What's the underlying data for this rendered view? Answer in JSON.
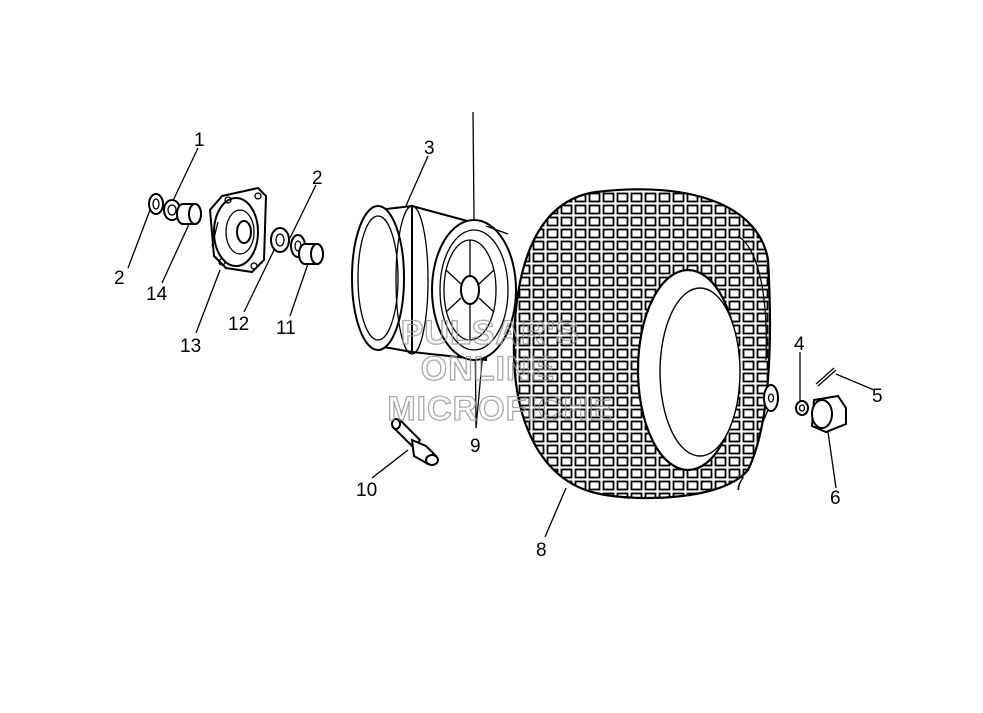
{
  "diagram": {
    "callouts": [
      {
        "id": "c1",
        "text": "1"
      },
      {
        "id": "c2a",
        "text": "2"
      },
      {
        "id": "c14",
        "text": "14"
      },
      {
        "id": "c13",
        "text": "13"
      },
      {
        "id": "c2b",
        "text": "2"
      },
      {
        "id": "c12",
        "text": "12"
      },
      {
        "id": "c11",
        "text": "11"
      },
      {
        "id": "c3",
        "text": "3"
      },
      {
        "id": "c9",
        "text": "9"
      },
      {
        "id": "c10",
        "text": "10"
      },
      {
        "id": "c8",
        "text": "8"
      },
      {
        "id": "c4",
        "text": "4"
      },
      {
        "id": "c5",
        "text": "5"
      },
      {
        "id": "c7",
        "text": "7"
      },
      {
        "id": "c6",
        "text": "6"
      }
    ],
    "watermark": [
      "PULSAR'S",
      "ONLINE",
      "MICROFICHE"
    ]
  }
}
